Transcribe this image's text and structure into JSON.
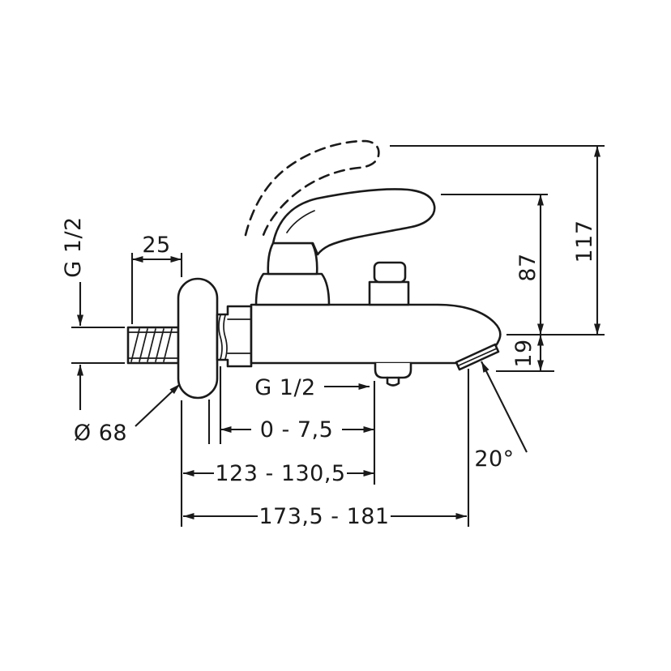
{
  "meta": {
    "background": "#ffffff",
    "line_color": "#1a1a1a"
  },
  "dimensions": {
    "wall_thread": "G 1/2",
    "projection": "25",
    "flange_diameter": "Ø 68",
    "outlet_thread": "G 1/2",
    "adjustment_range": "0 - 7,5",
    "wall_to_shower_outlet": "123 - 130,5",
    "wall_to_spout_outlet": "173,5 - 181",
    "total_height": "117",
    "handle_height": "87",
    "spout_outlet_height": "19",
    "spout_angle": "20°"
  }
}
